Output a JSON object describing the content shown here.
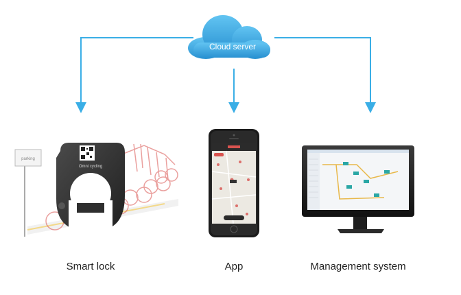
{
  "hub": {
    "label": "Cloud server",
    "icon": "cloud-icon"
  },
  "nodes": [
    {
      "label": "Smart lock",
      "icon": "bike-lock-icon"
    },
    {
      "label": "App",
      "icon": "smartphone-icon"
    },
    {
      "label": "Management system",
      "icon": "monitor-icon"
    }
  ],
  "lock": {
    "brand": "Omni cycling"
  },
  "sign": {
    "text": "parking"
  },
  "colors": {
    "arrow": "#3aaee6",
    "cloud": "#3aa6e0",
    "lock_body": "#3a3a3a",
    "bike": "#d9534f"
  }
}
